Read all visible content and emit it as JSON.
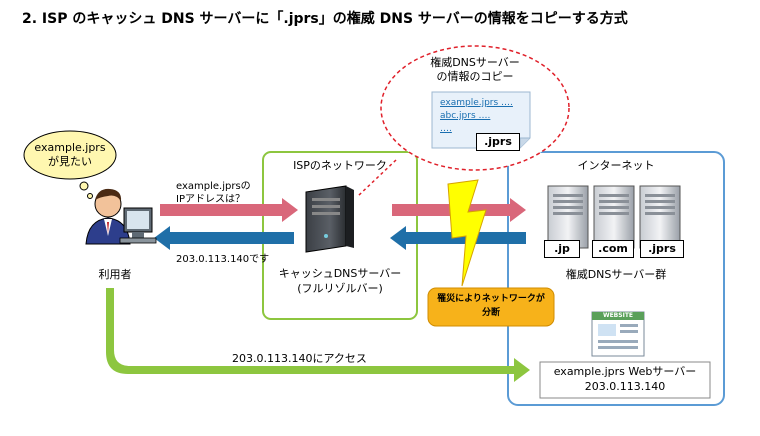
{
  "title": "2. ISP のキャッシュ DNS サーバーに「.jprs」の権威 DNS サーバーの情報をコピーする方式",
  "user": {
    "bubble_line1": "example.jprs",
    "bubble_line2": "が見たい",
    "label": "利用者"
  },
  "isp": {
    "box_label": "ISPのネットワーク",
    "server_line1": "キャッシュDNSサーバー",
    "server_line2": "(フルリゾルバー)"
  },
  "internet": {
    "box_label": "インターネット",
    "tlds": [
      ".jp",
      ".com",
      ".jprs"
    ],
    "authoritative_label": "権威DNSサーバー群"
  },
  "copy_bubble": {
    "line1": "権威DNSサーバー",
    "line2": "の情報のコピー",
    "doc_lines": [
      "example.jprs ….",
      "abc.jprs ….",
      "…."
    ],
    "doc_tag": ".jprs"
  },
  "query": {
    "line1": "example.jprsの",
    "line2": "IPアドレスは？"
  },
  "answer": "203.0.113.140です",
  "disaster": {
    "line1": "罹災によりネットワークが",
    "line2": "分断"
  },
  "access": "203.0.113.140にアクセス",
  "web": {
    "logo": "WEBSITE",
    "line1": "example.jprs Webサーバー",
    "line2": "203.0.113.140"
  },
  "colors": {
    "isp_border": "#8dc63f",
    "internet_border": "#5b9bd5",
    "request_arrow": "#d9677a",
    "response_arrow": "#1f6fa8",
    "access_arrow": "#8dc63f",
    "copy_bubble_border": "#e0202a",
    "bubble_fill": "#fff7b0",
    "disaster_fill": "#f7b21a",
    "bolt_fill": "#ffff00"
  },
  "icons": [
    "user-icon",
    "computer-icon",
    "server-icon",
    "lightning-icon",
    "website-icon"
  ]
}
